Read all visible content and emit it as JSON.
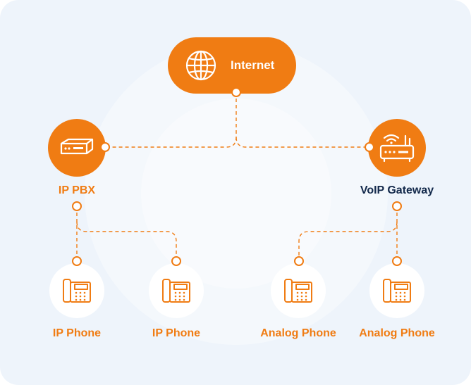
{
  "diagram": {
    "colors": {
      "accent": "#f07c13",
      "background": "#eef4fb",
      "node_fill": "#ffffff",
      "gateway_label": "#13294b"
    },
    "nodes": {
      "internet": {
        "label": "Internet",
        "icon": "globe-icon"
      },
      "ip_pbx": {
        "label": "IP PBX",
        "icon": "pbx-device-icon"
      },
      "voip_gateway": {
        "label": "VoIP Gateway",
        "icon": "router-icon"
      },
      "phones": [
        {
          "label": "IP Phone",
          "icon": "desk-phone-icon"
        },
        {
          "label": "IP Phone",
          "icon": "desk-phone-icon"
        },
        {
          "label": "Analog Phone",
          "icon": "desk-phone-icon"
        },
        {
          "label": "Analog Phone",
          "icon": "desk-phone-icon"
        }
      ]
    },
    "connections": [
      [
        "internet",
        "ip_pbx"
      ],
      [
        "internet",
        "voip_gateway"
      ],
      [
        "ip_pbx",
        "phone_1"
      ],
      [
        "ip_pbx",
        "phone_2"
      ],
      [
        "voip_gateway",
        "phone_3"
      ],
      [
        "voip_gateway",
        "phone_4"
      ]
    ]
  }
}
